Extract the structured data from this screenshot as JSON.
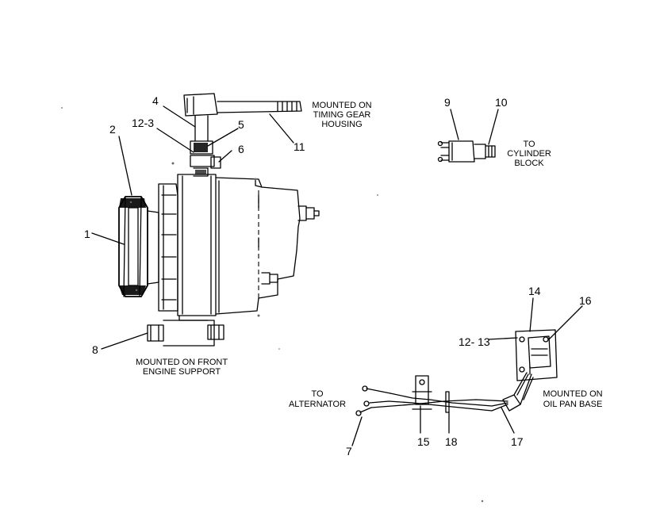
{
  "callouts": {
    "c1": "1",
    "c2": "2",
    "c3": "12-3",
    "c4": "4",
    "c5": "5",
    "c6": "6",
    "c7": "7",
    "c8": "8",
    "c9": "9",
    "c10": "10",
    "c11": "11",
    "c12": "12- 13",
    "c14": "14",
    "c15": "15",
    "c16": "16",
    "c17": "17",
    "c18": "18"
  },
  "notes": {
    "timing": [
      "MOUNTED ON",
      "TIMING GEAR",
      "HOUSING"
    ],
    "cylinder": [
      "TO",
      "CYLINDER",
      "BLOCK"
    ],
    "front": [
      "MOUNTED ON FRONT",
      "ENGINE SUPPORT"
    ],
    "alternator": [
      "TO",
      "ALTERNATOR"
    ],
    "oilpan": [
      "MOUNTED ON",
      "OIL PAN BASE"
    ]
  }
}
